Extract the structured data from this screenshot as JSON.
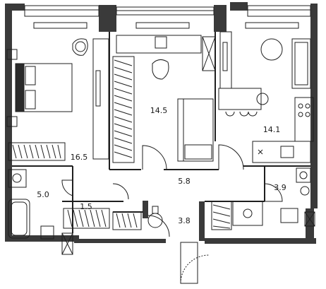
{
  "rooms": {
    "bedroom": {
      "area": "16.5"
    },
    "study": {
      "area": "14.5"
    },
    "kitchen_living": {
      "area": "14.1"
    },
    "bathroom": {
      "area": "5.0"
    },
    "storage": {
      "area": "1.5"
    },
    "corridor": {
      "area": "5.8"
    },
    "hall": {
      "area": "3.8"
    },
    "wc": {
      "area": "3.9"
    }
  },
  "colors": {
    "wall": "#3a3a3a",
    "line": "#1f1f1f",
    "background": "#ffffff"
  }
}
